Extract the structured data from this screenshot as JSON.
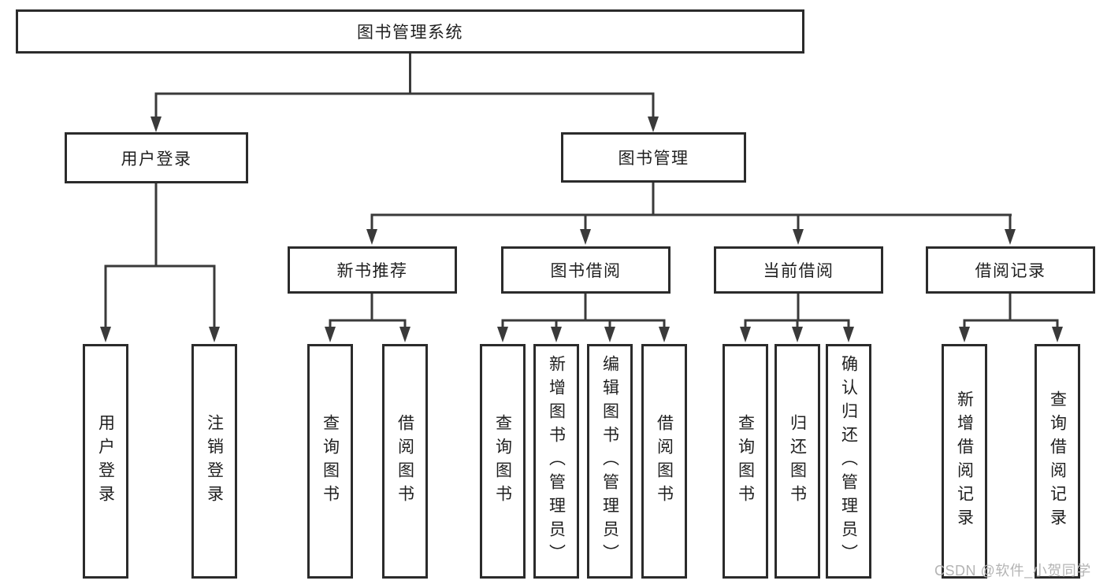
{
  "diagram": {
    "root": {
      "label": "图书管理系统",
      "children": [
        {
          "label": "用户登录",
          "children": [
            {
              "label": "用户登录"
            },
            {
              "label": "注销登录"
            }
          ]
        },
        {
          "label": "图书管理",
          "children": [
            {
              "label": "新书推荐",
              "children": [
                {
                  "label": "查询图书"
                },
                {
                  "label": "借阅图书"
                }
              ]
            },
            {
              "label": "图书借阅",
              "children": [
                {
                  "label": "查询图书"
                },
                {
                  "label": "新增图书（管理员）"
                },
                {
                  "label": "编辑图书（管理员）"
                },
                {
                  "label": "借阅图书"
                }
              ]
            },
            {
              "label": "当前借阅",
              "children": [
                {
                  "label": "查询图书"
                },
                {
                  "label": "归还图书"
                },
                {
                  "label": "确认归还（管理员）"
                }
              ]
            },
            {
              "label": "借阅记录",
              "children": [
                {
                  "label": "新增借阅记录"
                },
                {
                  "label": "查询借阅记录"
                }
              ]
            }
          ]
        }
      ]
    }
  },
  "watermark": "CSDN @软件_小贺同学",
  "colors": {
    "line": "#3a3a3a",
    "box_border": "#2b2b2b",
    "text": "#1f1f1f",
    "watermark": "#b4b4b4",
    "background": "#ffffff"
  }
}
